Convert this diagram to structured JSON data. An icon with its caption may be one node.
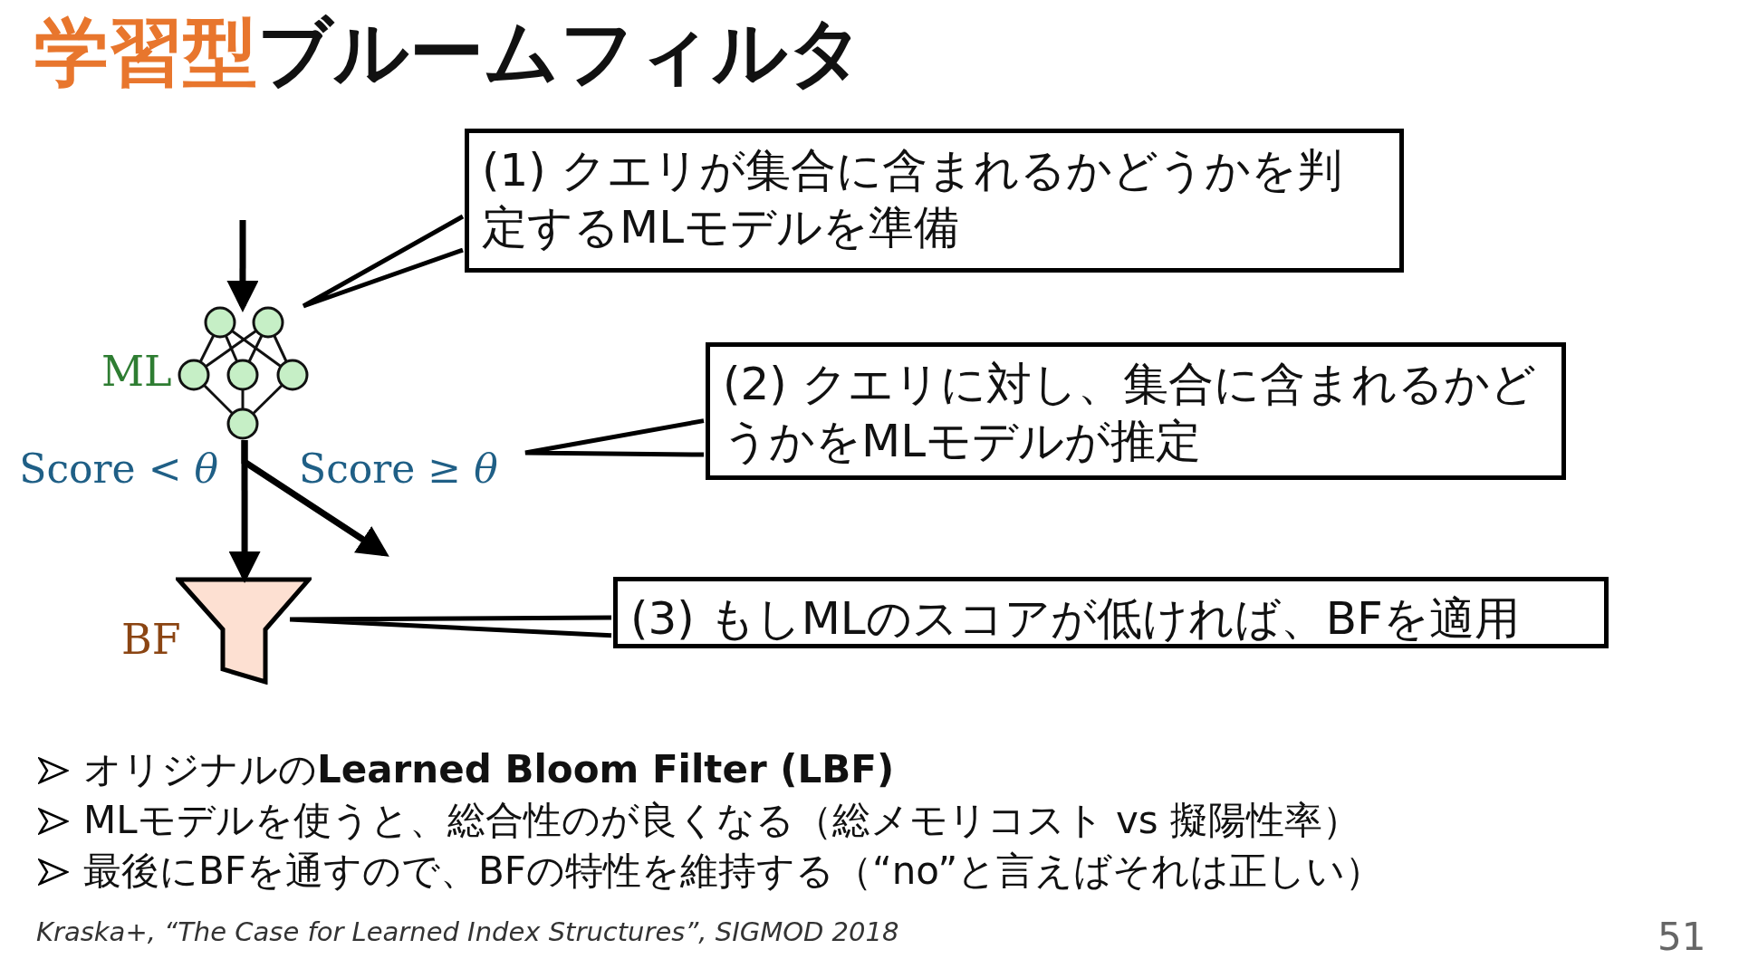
{
  "diagram": {
    "title": "**学習型**ブルームフィルタ",
    "nodes": [
      {
        "text": [
          "ML"
        ]
      },
      {
        "text": [
          "BF"
        ]
      },
      {
        "text": [
          "(1) クエリが集合に含まれるかどうかを判定するMLモデルを準備"
        ]
      },
      {
        "text": [
          "(2) クエリに対し、集合に含まれるかどうかをMLモデルが推定"
        ]
      },
      {
        "text": [
          "(3) もしMLのスコアが低ければ、BFを適用"
        ]
      }
    ],
    "edges": [
      {
        "from": null,
        "to": 0,
        "arrow": "to"
      },
      {
        "from": 0,
        "to": 1,
        "arrow": "to",
        "label": "Score < *θ*"
      },
      {
        "from": 0,
        "to": null,
        "arrow": "to",
        "label": "Score ≥ *θ*"
      },
      {
        "from": 2,
        "to": 0,
        "arrow": "none"
      },
      {
        "from": 3,
        "to": null,
        "arrow": "none"
      },
      {
        "from": 4,
        "to": 1,
        "arrow": "none"
      }
    ],
    "labels": [
      "オリジナルの**Learned Bloom Filter (LBF)**",
      "MLモデルを使うと、総合性のが良くなる（総メモリコスト vs 擬陽性率）",
      "最後にBFを通すので、BFの特性を維持する（“no”と言えばそれは正しい）",
      "51"
    ],
    "caption": "Kraska+, “The Case for Learned Index Structures”, SIGMOD 2018"
  }
}
